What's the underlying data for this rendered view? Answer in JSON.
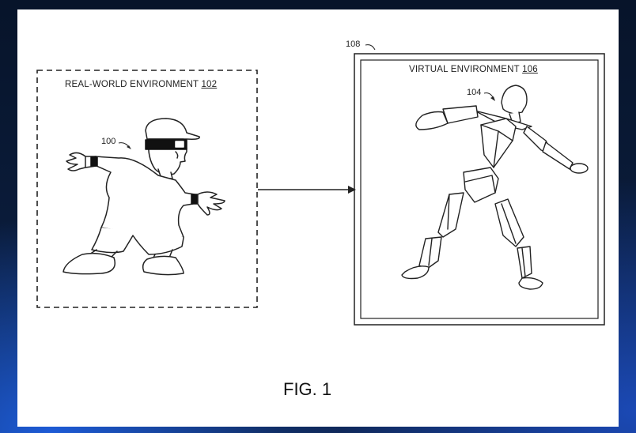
{
  "figure": {
    "caption": "FIG. 1",
    "real_world": {
      "label": "REAL-WORLD ENVIRONMENT",
      "ref": "102",
      "user_ref": "100"
    },
    "virtual": {
      "label": "VIRTUAL ENVIRONMENT",
      "ref": "106",
      "avatar_ref": "104",
      "display_ref": "108"
    }
  }
}
